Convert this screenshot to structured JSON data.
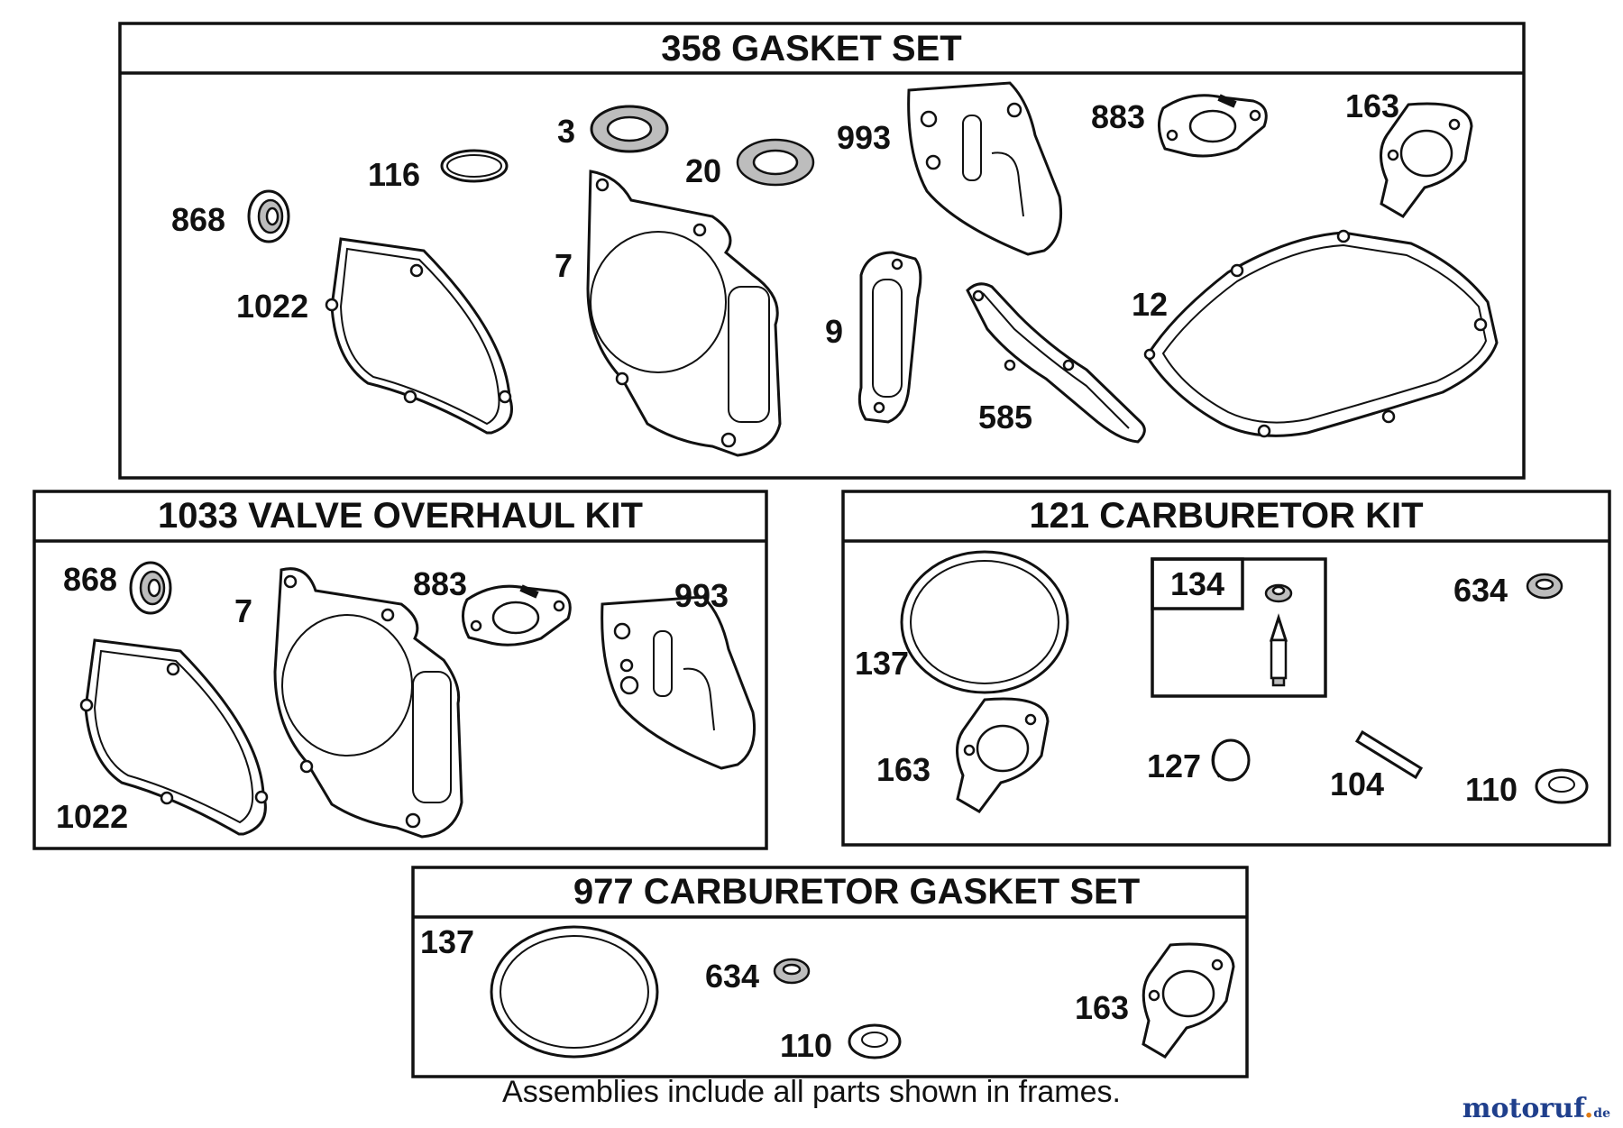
{
  "frames": {
    "gasket_set": "358 GASKET SET",
    "valve_kit": "1033 VALVE OVERHAUL KIT",
    "carb_kit": "121 CARBURETOR KIT",
    "carb_gasket_set": "977 CARBURETOR  GASKET SET"
  },
  "gasket_set_parts": {
    "p868": "868",
    "p116": "116",
    "p3": "3",
    "p20": "20",
    "p993": "993",
    "p883": "883",
    "p163": "163",
    "p1022": "1022",
    "p7": "7",
    "p9": "9",
    "p585": "585",
    "p12": "12"
  },
  "valve_kit_parts": {
    "p868": "868",
    "p7": "7",
    "p883": "883",
    "p993": "993",
    "p1022": "1022"
  },
  "carb_kit_parts": {
    "p137": "137",
    "p134": "134",
    "p634": "634",
    "p163": "163",
    "p127": "127",
    "p104": "104",
    "p110": "110"
  },
  "carb_gasket_parts": {
    "p137": "137",
    "p634": "634",
    "p110": "110",
    "p163": "163"
  },
  "footer": "Assemblies include all parts shown in frames.",
  "logo": {
    "main": "motoruf",
    "accent": ".",
    "suffix": "de"
  }
}
